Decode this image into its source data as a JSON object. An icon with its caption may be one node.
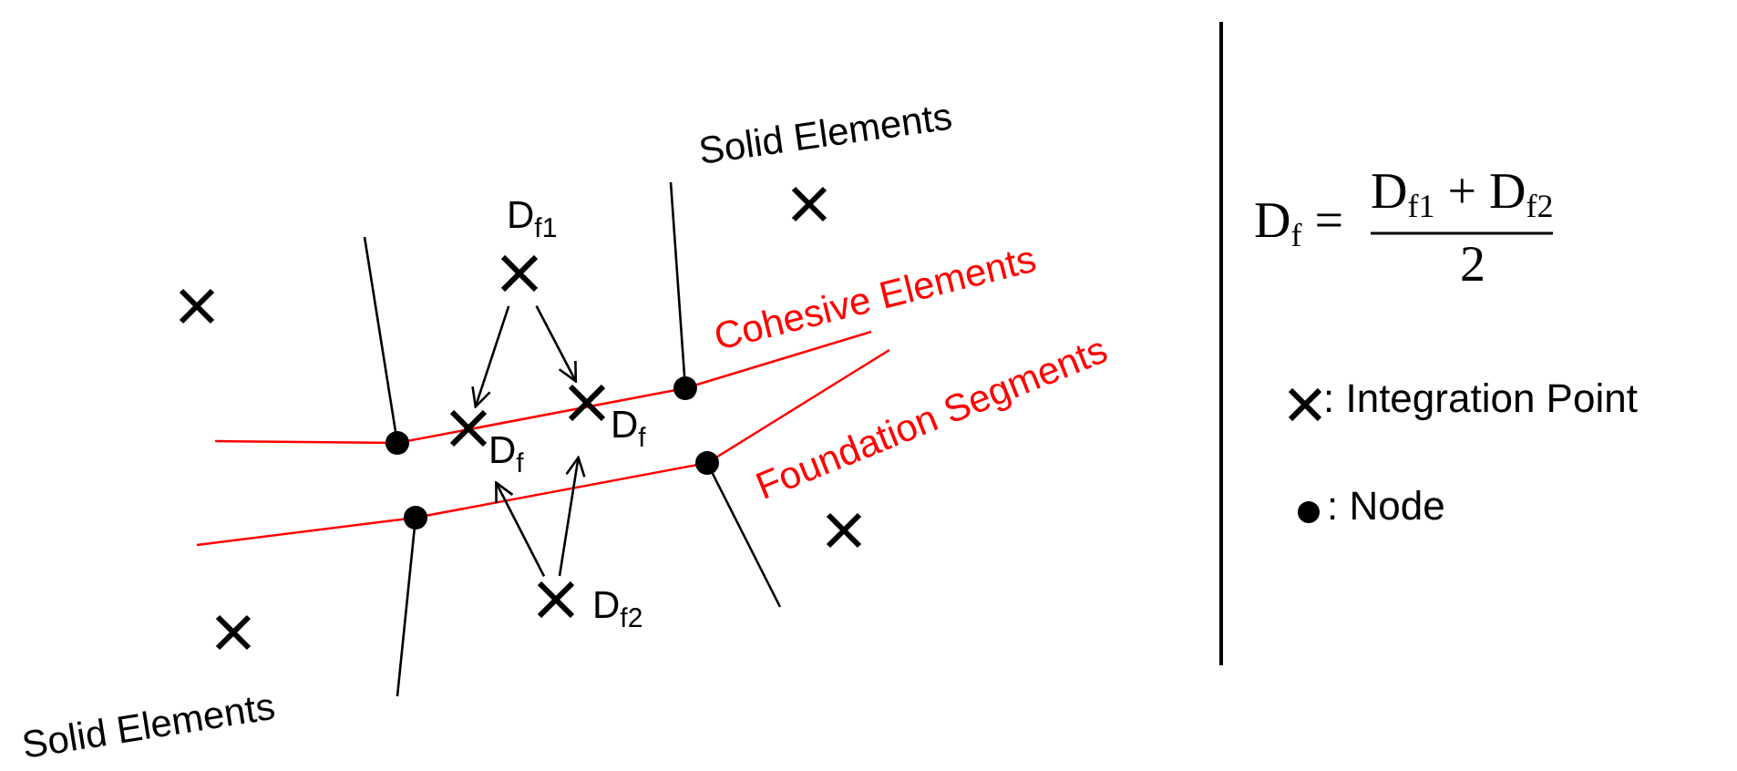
{
  "diagram": {
    "nodes": [
      {
        "text": [
          "D$_{f1}$"
        ]
      },
      {
        "text": [
          "D$_{f}$"
        ]
      },
      {
        "text": [
          "D$_{f}$"
        ]
      },
      {
        "text": [
          "D$_{f2}$"
        ]
      }
    ],
    "edges": [
      {
        "from": 0,
        "to": 1,
        "arrow": "to"
      },
      {
        "from": 0,
        "to": 2,
        "arrow": "to"
      },
      {
        "from": 3,
        "to": 1,
        "arrow": "to"
      },
      {
        "from": 3,
        "to": 2,
        "arrow": "to"
      }
    ],
    "labels": [
      "Solid Elements",
      "Cohesive Elements",
      "Foundation Segments",
      "Solid Elements",
      "D$_{f}$ =",
      "D$_{f1}$ + D$_{f2}$",
      "2"
    ],
    "legend": [
      {
        "text": ": Integration Point"
      },
      {
        "text": ": Node"
      }
    ]
  }
}
